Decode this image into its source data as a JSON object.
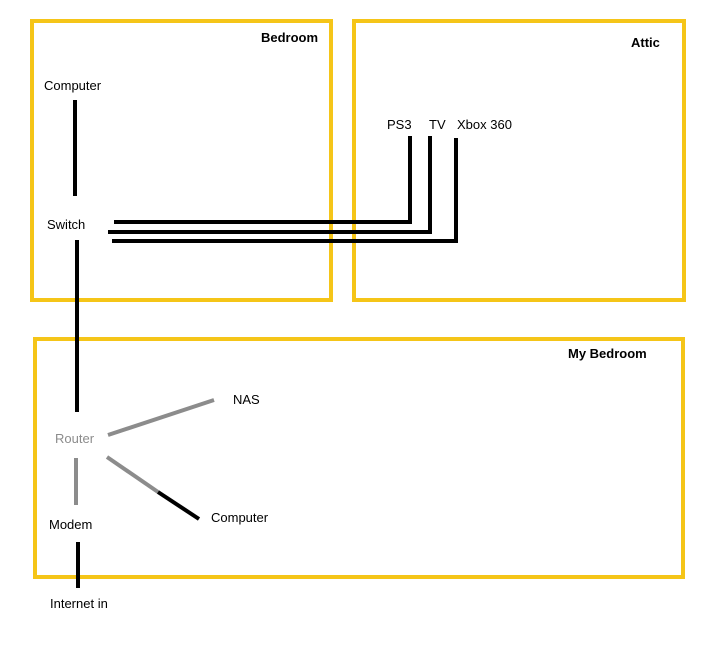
{
  "rooms": {
    "bedroom": "Bedroom",
    "attic": "Attic",
    "my_bedroom": "My Bedroom"
  },
  "devices": {
    "bedroom_computer": "Computer",
    "switch": "Switch",
    "ps3": "PS3",
    "tv": "TV",
    "xbox": "Xbox 360",
    "router": "Router",
    "nas": "NAS",
    "my_computer": "Computer",
    "modem": "Modem",
    "internet": "Internet in"
  },
  "colors": {
    "room_border": "#f5c518",
    "cable": "#000000",
    "faded_cable": "#8c8c8c"
  }
}
